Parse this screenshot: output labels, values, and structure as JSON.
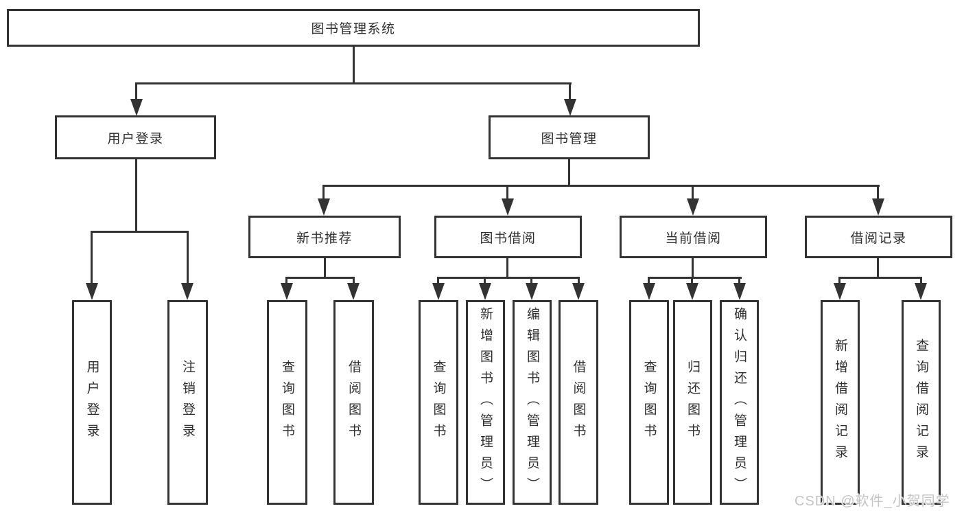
{
  "colors": {
    "line": "#333333",
    "text": "#2f2f2f",
    "bg": "#ffffff",
    "watermark": "#c4c4c4"
  },
  "root": {
    "label": "图书管理系统"
  },
  "level2": [
    {
      "label": "用户登录"
    },
    {
      "label": "图书管理"
    }
  ],
  "level3": [
    {
      "label": "新书推荐"
    },
    {
      "label": "图书借阅"
    },
    {
      "label": "当前借阅"
    },
    {
      "label": "借阅记录"
    }
  ],
  "leaves": [
    {
      "parent": "用户登录",
      "label": "用户登录"
    },
    {
      "parent": "用户登录",
      "label": "注销登录"
    },
    {
      "parent": "新书推荐",
      "label": "查询图书"
    },
    {
      "parent": "新书推荐",
      "label": "借阅图书"
    },
    {
      "parent": "图书借阅",
      "label": "查询图书"
    },
    {
      "parent": "图书借阅",
      "label": "新增图书（管理员）"
    },
    {
      "parent": "图书借阅",
      "label": "编辑图书（管理员）"
    },
    {
      "parent": "图书借阅",
      "label": "借阅图书"
    },
    {
      "parent": "当前借阅",
      "label": "查询图书"
    },
    {
      "parent": "当前借阅",
      "label": "归还图书"
    },
    {
      "parent": "当前借阅",
      "label": "确认归还（管理员）"
    },
    {
      "parent": "借阅记录",
      "label": "新增借阅记录"
    },
    {
      "parent": "借阅记录",
      "label": "查询借阅记录"
    }
  ],
  "watermark": {
    "text": "CSDN @软件_小贺同学"
  }
}
